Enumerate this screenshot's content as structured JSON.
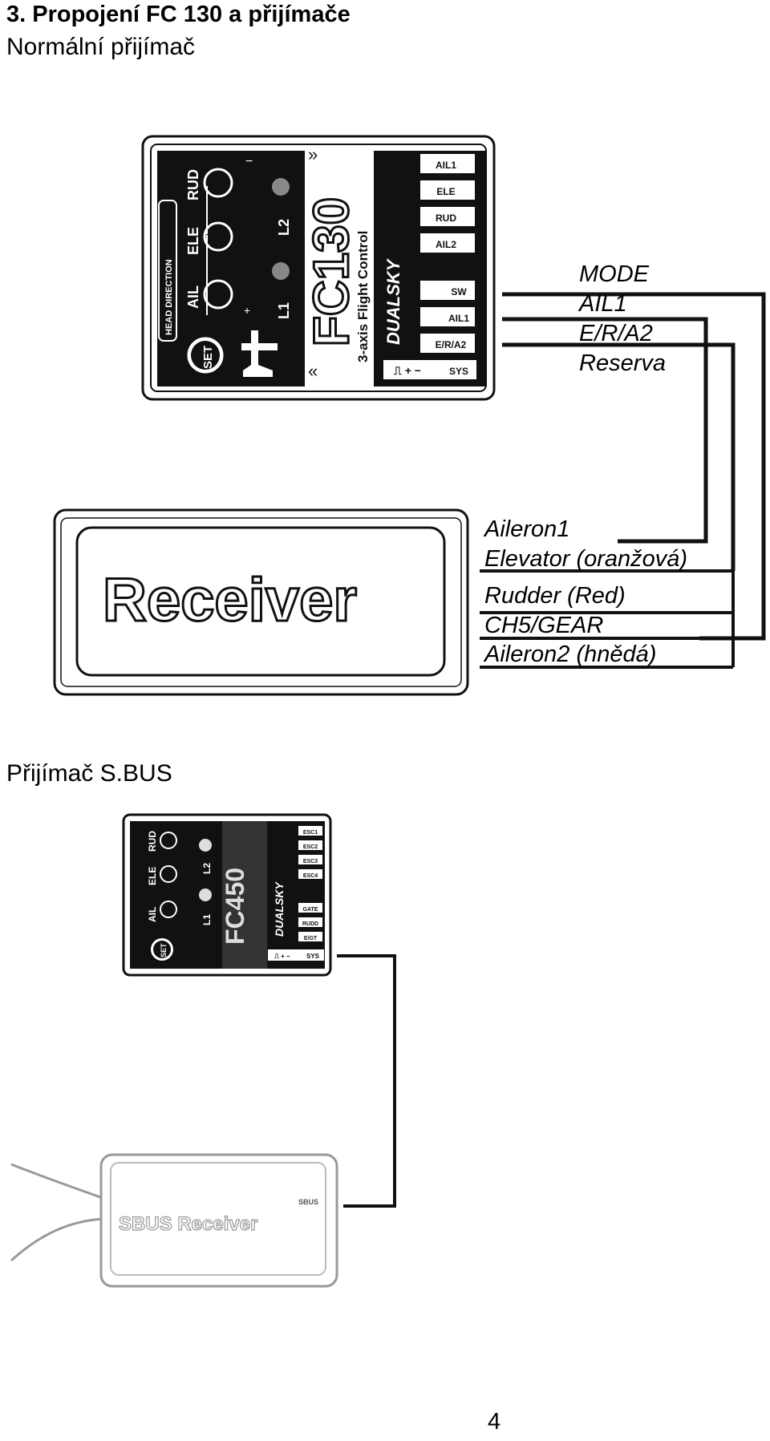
{
  "heading": "3. Propojení FC 130 a přijímače",
  "section_normal": "Normální přijímač",
  "section_sbus": "Přijímač S.BUS",
  "page_number": "4",
  "fc130": {
    "brand": "DUALSKY",
    "model": "FC130",
    "subtitle": "3-axis Flight Control",
    "head_direction": "HEAD DIRECTION",
    "set": "SET",
    "knobs": [
      "AIL",
      "ELE",
      "RUD"
    ],
    "leds": [
      "L1",
      "L2"
    ],
    "ports_top": [
      "AIL1",
      "ELE",
      "RUD",
      "AIL2"
    ],
    "ports_bottom": [
      "SW",
      "AIL1",
      "E/R/A2"
    ],
    "pin_row": [
      "⎍ + −",
      "SYS"
    ]
  },
  "receiver_label": "Receiver",
  "fc_side_labels": [
    "MODE",
    "AIL1",
    "E/R/A2",
    "Reserva"
  ],
  "receiver_side_labels": [
    "Aileron1",
    "Elevator (oranžová)",
    "Rudder (Red)",
    "CH5/GEAR",
    "Aileron2 (hnědá)"
  ],
  "fc450": {
    "brand": "DUALSKY",
    "model": "FC450",
    "set": "SET",
    "knobs": [
      "AIL",
      "ELE",
      "RUD"
    ],
    "leds": [
      "L1",
      "L2"
    ],
    "ports_top": [
      "ESC1",
      "ESC2",
      "ESC3",
      "ESC4"
    ],
    "ports_bottom": [
      "GATE",
      "RUDD",
      "E/GT"
    ],
    "pin_row": [
      "⎍ + −",
      "SYS"
    ]
  },
  "sbus_receiver_label": "SBUS Receiver",
  "sbus_port": "SBUS"
}
